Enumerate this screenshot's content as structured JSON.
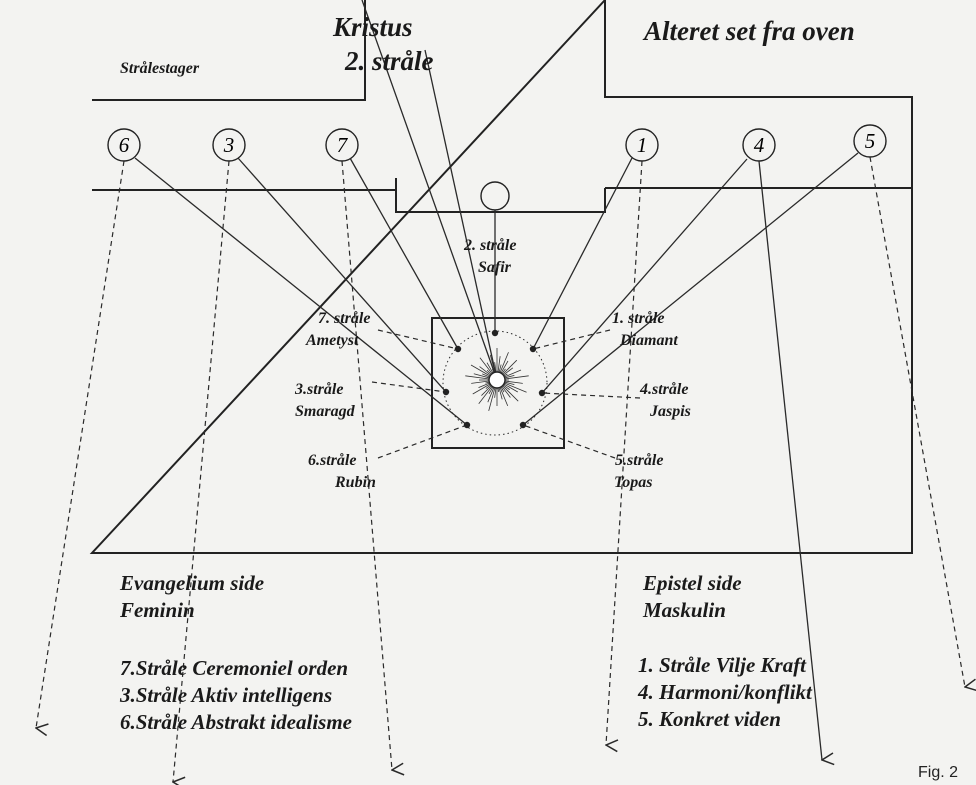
{
  "title": "Alteret set fra oven",
  "kristus": "Kristus",
  "kristus_straale": "2. stråle",
  "straalestager": "Strålestager",
  "candles": [
    "6",
    "3",
    "7",
    "1",
    "4",
    "5"
  ],
  "center_labels": {
    "r2": [
      "2. stråle",
      "Safir"
    ],
    "r7": [
      "7. stråle",
      "Ametyst"
    ],
    "r3": [
      "3.stråle",
      "Smaragd"
    ],
    "r6": [
      "6.stråle",
      "Rubin"
    ],
    "r1": [
      "1. stråle",
      "Diamant"
    ],
    "r4": [
      "4.stråle",
      "Jaspis"
    ],
    "r5": [
      "5.stråle",
      "Topas"
    ]
  },
  "left": {
    "side": "Evangelium side",
    "gender": "Feminin",
    "list": [
      "7.Stråle Ceremoniel orden",
      "3.Stråle Aktiv intelligens",
      "6.Stråle Abstrakt idealisme"
    ]
  },
  "right": {
    "side": "Epistel side",
    "gender": "Maskulin",
    "list": [
      "1. Stråle Vilje Kraft",
      "4. Harmoni/konflikt",
      "5. Konkret viden"
    ]
  },
  "fig": "Fig. 2"
}
